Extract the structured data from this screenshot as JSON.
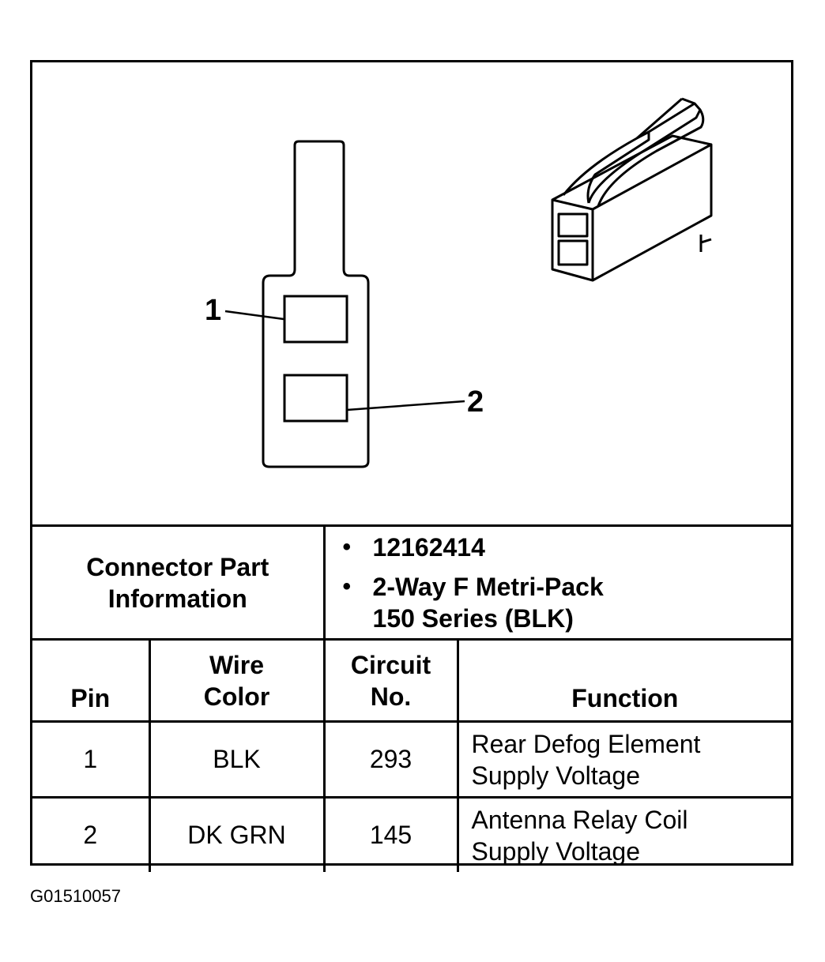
{
  "diagram": {
    "pin_labels": [
      "1",
      "2"
    ]
  },
  "connector_info": {
    "label_line1": "Connector Part",
    "label_line2": "Information",
    "items": [
      "12162414",
      "2-Way F Metri-Pack",
      "150 Series (BLK)"
    ],
    "bullet": "•"
  },
  "table": {
    "headers": {
      "pin": "Pin",
      "wire_color_line1": "Wire",
      "wire_color_line2": "Color",
      "circuit_line1": "Circuit",
      "circuit_line2": "No.",
      "function": "Function"
    },
    "rows": [
      {
        "pin": "1",
        "wire_color": "BLK",
        "circuit": "293",
        "function_line1": "Rear Defog Element",
        "function_line2": "Supply Voltage"
      },
      {
        "pin": "2",
        "wire_color": "DK GRN",
        "circuit": "145",
        "function_line1": "Antenna Relay Coil",
        "function_line2": "Supply Voltage"
      }
    ]
  },
  "figure_id": "G01510057"
}
